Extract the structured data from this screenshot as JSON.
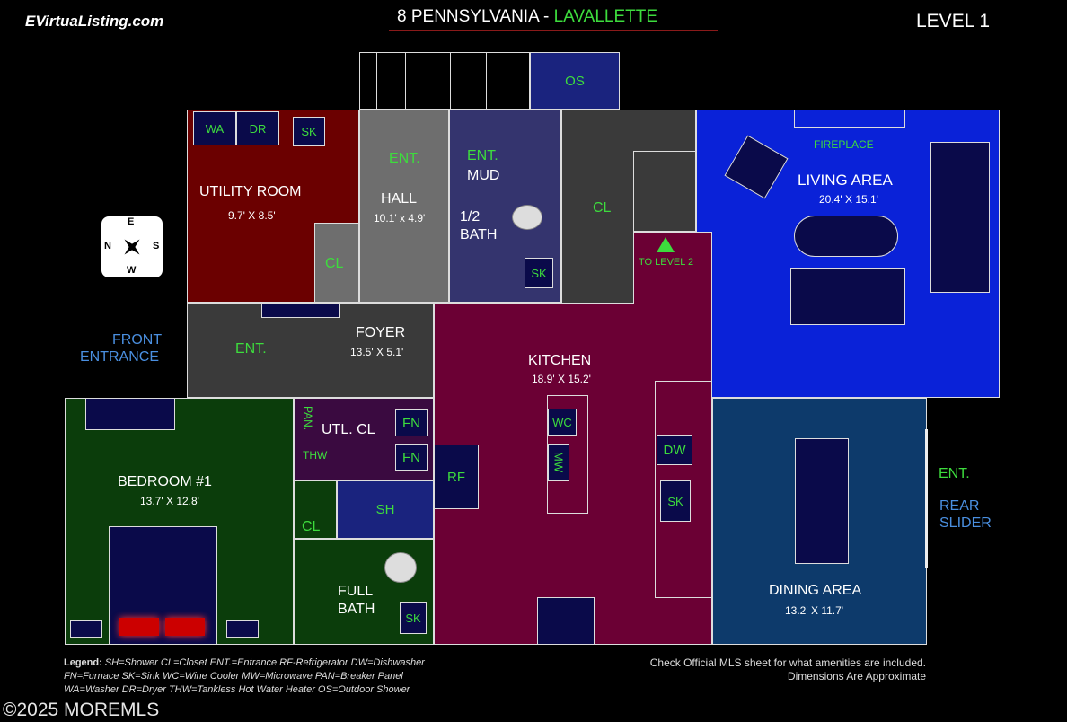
{
  "header": {
    "site": "EVirtuaListing.com",
    "address": "8 PENNSYLVANIA - ",
    "town": "LAVALLETTE",
    "level": "LEVEL 1"
  },
  "rooms": {
    "utility": {
      "name": "UTILITY ROOM",
      "dim": "9.7' X 8.5'"
    },
    "hall": {
      "name": "HALL",
      "dim": "10.1' x 4.9'"
    },
    "mud": {
      "name": "MUD"
    },
    "half_bath": {
      "name1": "1/2",
      "name2": "BATH"
    },
    "living": {
      "name": "LIVING AREA",
      "dim": "20.4' X 15.1'",
      "fireplace": "FIREPLACE"
    },
    "foyer": {
      "name": "FOYER",
      "dim": "13.5' X 5.1'"
    },
    "kitchen": {
      "name": "KITCHEN",
      "dim": "18.9' X 15.2'"
    },
    "utl_cl": {
      "name": "UTL. CL"
    },
    "bedroom": {
      "name": "BEDROOM #1",
      "dim": "13.7' X 12.8'"
    },
    "full_bath": {
      "name1": "FULL",
      "name2": "BATH"
    },
    "dining": {
      "name": "DINING AREA",
      "dim": "13.2' X 11.7'"
    }
  },
  "labels": {
    "wa": "WA",
    "dr": "DR",
    "sk": "SK",
    "ent": "ENT.",
    "cl": "CL",
    "os": "OS",
    "to_level2": "TO LEVEL 2",
    "fn": "FN",
    "pan": "PAN.",
    "thw": "THW",
    "rf": "RF",
    "wc": "WC",
    "mw": "MW",
    "dw": "DW",
    "sh": "SH",
    "front1": "FRONT",
    "front2": "ENTRANCE",
    "rear1": "REAR",
    "rear2": "SLIDER"
  },
  "compass": {
    "n": "N",
    "e": "E",
    "s": "S",
    "w": "W"
  },
  "legend": {
    "title": "Legend:",
    "line1": " SH=Shower  CL=Closet   ENT.=Entrance RF-Refrigerator  DW=Dishwasher",
    "line2": "FN=Furnace  SK=Sink  WC=Wine Cooler  MW=Microwave  PAN=Breaker Panel",
    "line3": "WA=Washer  DR=Dryer  THW=Tankless Hot Water Heater  OS=Outdoor Shower"
  },
  "notes": {
    "line1": "Check Official MLS sheet for what amenities are included.",
    "line2": "Dimensions Are Approximate"
  },
  "watermark": "©2025 MOREMLS"
}
